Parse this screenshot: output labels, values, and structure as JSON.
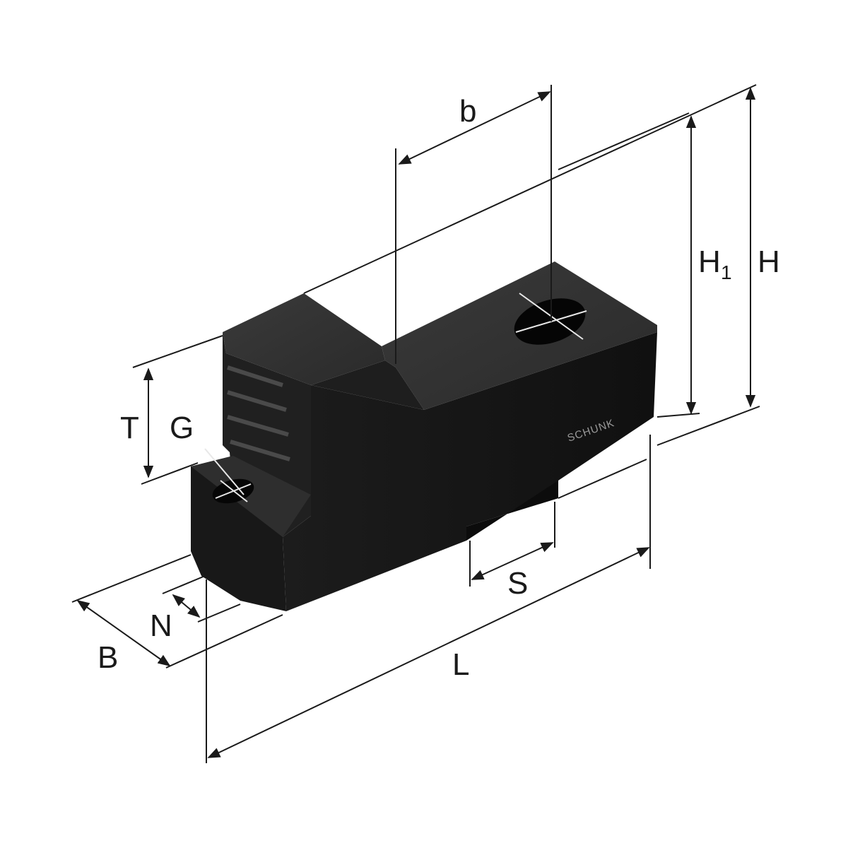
{
  "dimensions": {
    "b": "b",
    "H1_main": "H",
    "H1_sub": "1",
    "H": "H",
    "T": "T",
    "G": "G",
    "S": "S",
    "N": "N",
    "B": "B",
    "L": "L"
  },
  "brand_text": "SCHUNK",
  "colors": {
    "body_dark": "#141414",
    "body_mid": "#262626",
    "body_top": "#303030",
    "line": "#1a1a1a",
    "background": "#ffffff"
  }
}
